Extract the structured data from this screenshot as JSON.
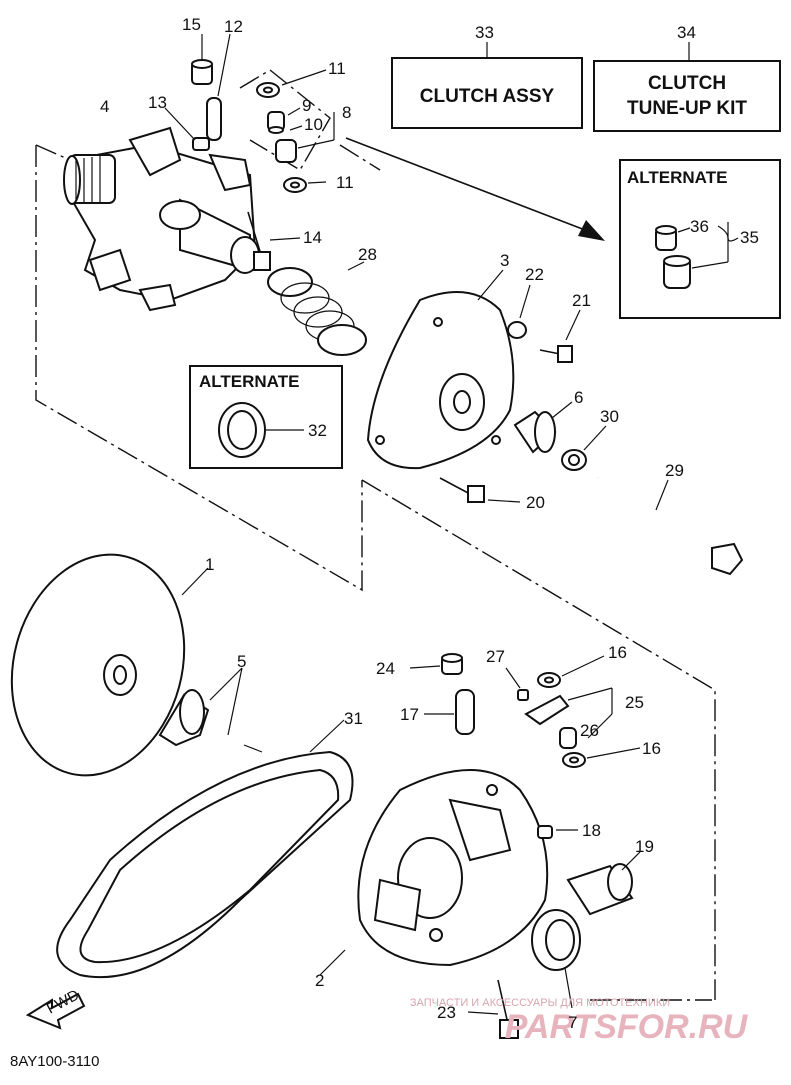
{
  "diagram": {
    "code": "8AY100-3110",
    "boxes": {
      "clutch_assy": "CLUTCH ASSY",
      "tune_up_line1": "CLUTCH",
      "tune_up_line2": "TUNE-UP KIT",
      "alternate_top": "ALTERNATE",
      "alternate_left": "ALTERNATE"
    },
    "fwd": "FWD",
    "labels": {
      "p1": "1",
      "p2": "2",
      "p3": "3",
      "p4": "4",
      "p5": "5",
      "p6": "6",
      "p7": "7",
      "p8": "8",
      "p9": "9",
      "p10": "10",
      "p11a": "11",
      "p11b": "11",
      "p12": "12",
      "p13": "13",
      "p14": "14",
      "p15": "15",
      "p16a": "16",
      "p16b": "16",
      "p17": "17",
      "p18": "18",
      "p19": "19",
      "p20": "20",
      "p21": "21",
      "p22": "22",
      "p23": "23",
      "p24": "24",
      "p25": "25",
      "p26": "26",
      "p27": "27",
      "p28": "28",
      "p29": "29",
      "p30": "30",
      "p31": "31",
      "p32": "32",
      "p33": "33",
      "p34": "34",
      "p35": "35",
      "p36": "36"
    },
    "watermark": {
      "line1": "ЗАПЧАСТИ И АКСЕССУАРЫ ДЛЯ МОТОТЕХНИКИ",
      "line2": "PARTSFOR.RU"
    }
  }
}
